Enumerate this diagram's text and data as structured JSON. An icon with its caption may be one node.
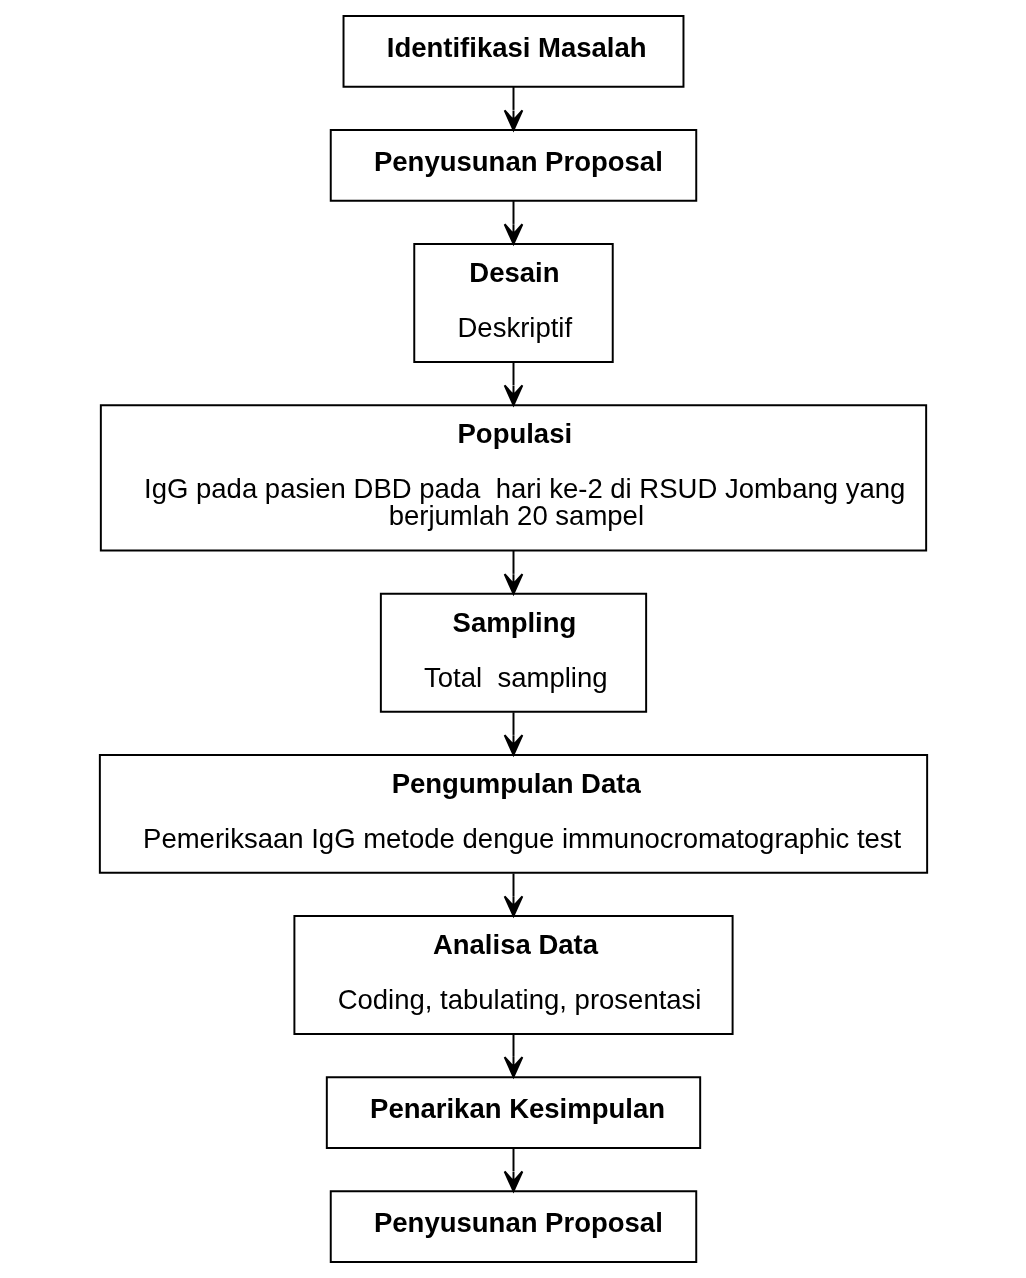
{
  "diagram": {
    "nodes": [
      {
        "text": [
          "Identifikasi Masalah"
        ]
      },
      {
        "text": [
          "Penyusunan Proposal"
        ]
      },
      {
        "text": [
          "Desain",
          "Deskriptif"
        ]
      },
      {
        "text": [
          "Populasi",
          "IgG pada pasien DBD pada  hari ke-2 di RSUD Jombang yang berjumlah 20 sampel"
        ]
      },
      {
        "text": [
          "Sampling",
          "Total  sampling"
        ]
      },
      {
        "text": [
          "Pengumpulan Data",
          "Pemeriksaan IgG metode dengue immunocromatographic test"
        ]
      },
      {
        "text": [
          "Analisa Data",
          "Coding, tabulating, prosentasi"
        ]
      },
      {
        "text": [
          "Penarikan Kesimpulan"
        ]
      },
      {
        "text": [
          "Penyusunan Proposal"
        ]
      }
    ],
    "edges": [
      {
        "from": 0,
        "to": 1,
        "arrow": "to"
      },
      {
        "from": 1,
        "to": 2,
        "arrow": "to"
      },
      {
        "from": 2,
        "to": 3,
        "arrow": "to"
      },
      {
        "from": 3,
        "to": 4,
        "arrow": "to"
      },
      {
        "from": 4,
        "to": 5,
        "arrow": "to"
      },
      {
        "from": 5,
        "to": 6,
        "arrow": "to"
      },
      {
        "from": 6,
        "to": 7,
        "arrow": "to"
      },
      {
        "from": 7,
        "to": 8,
        "arrow": "to"
      }
    ]
  }
}
